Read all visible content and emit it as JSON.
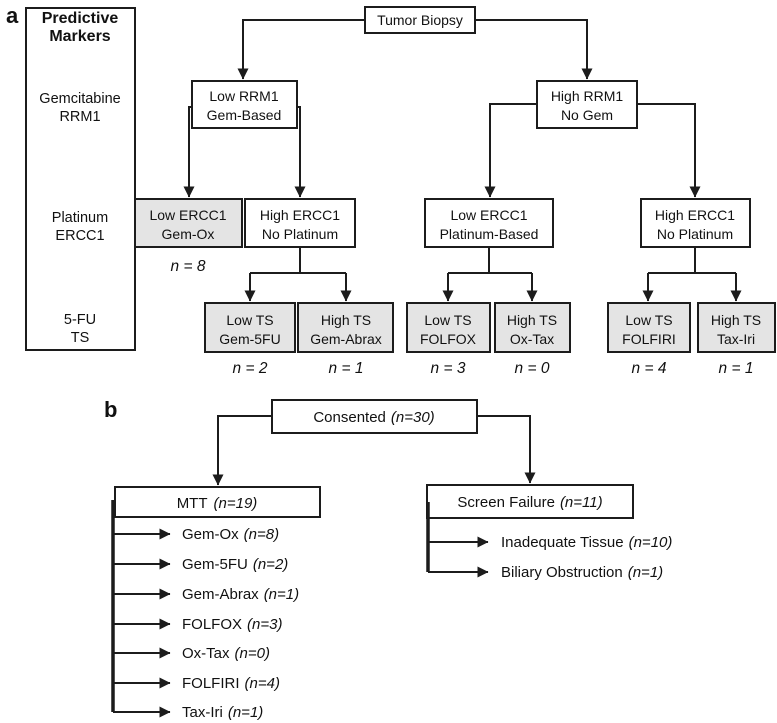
{
  "colors": {
    "shaded_box": "#e4e4e4",
    "white_box": "#ffffff",
    "line": "#1c1c1c",
    "text": "#111111",
    "background": "#ffffff"
  },
  "panel_a": {
    "label": "a",
    "legend": {
      "title": [
        "Predictive",
        "Markers"
      ],
      "rows": [
        {
          "drug": "Gemcitabine",
          "marker": "RRM1"
        },
        {
          "drug": "Platinum",
          "marker": "ERCC1"
        },
        {
          "drug": "5-FU",
          "marker": "TS"
        }
      ]
    },
    "root": "Tumor Biopsy",
    "rrm1_boxes": [
      {
        "line1": "Low RRM1",
        "line2": "Gem-Based"
      },
      {
        "line1": "High RRM1",
        "line2": "No Gem"
      }
    ],
    "ercc1_boxes": [
      {
        "line1": "Low ERCC1",
        "line2": "Gem-Ox",
        "n_label": "n = 8"
      },
      {
        "line1": "High ERCC1",
        "line2": "No Platinum"
      },
      {
        "line1": "Low ERCC1",
        "line2": "Platinum-Based"
      },
      {
        "line1": "High ERCC1",
        "line2": "No Platinum"
      }
    ],
    "ts_boxes": [
      {
        "line1": "Low TS",
        "line2": "Gem-5FU",
        "n_label": "n = 2"
      },
      {
        "line1": "High TS",
        "line2": "Gem-Abrax",
        "n_label": "n = 1"
      },
      {
        "line1": "Low TS",
        "line2": "FOLFOX",
        "n_label": "n = 3"
      },
      {
        "line1": "High TS",
        "line2": "Ox-Tax",
        "n_label": "n = 0"
      },
      {
        "line1": "Low TS",
        "line2": "FOLFIRI",
        "n_label": "n = 4"
      },
      {
        "line1": "High TS",
        "line2": "Tax-Iri",
        "n_label": "n = 1"
      }
    ]
  },
  "panel_b": {
    "label": "b",
    "consented": {
      "text": "Consented",
      "n": "(n=30)"
    },
    "mtt": {
      "text": "MTT",
      "n": "(n=19)"
    },
    "mtt_items": [
      {
        "text": "Gem-Ox",
        "n": "(n=8)"
      },
      {
        "text": "Gem-5FU",
        "n": "(n=2)"
      },
      {
        "text": "Gem-Abrax",
        "n": "(n=1)"
      },
      {
        "text": "FOLFOX",
        "n": "(n=3)"
      },
      {
        "text": "Ox-Tax",
        "n": "(n=0)"
      },
      {
        "text": "FOLFIRI",
        "n": "(n=4)"
      },
      {
        "text": "Tax-Iri",
        "n": "(n=1)"
      }
    ],
    "screen_failure": {
      "text": "Screen Failure",
      "n": "(n=11)"
    },
    "screen_failure_items": [
      {
        "text": "Inadequate Tissue",
        "n": "(n=10)"
      },
      {
        "text": "Biliary Obstruction",
        "n": "(n=1)"
      }
    ]
  }
}
